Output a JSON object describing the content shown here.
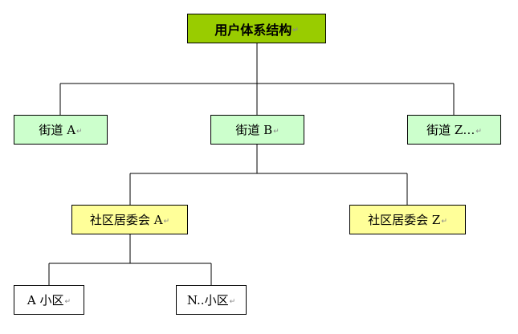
{
  "title": "",
  "colors": {
    "root_fill": "#99cc00",
    "street_fill": "#ccffcc",
    "community_fill": "#ffff99",
    "district_fill": "#ffffff",
    "line": "#000000"
  },
  "icons": {
    "paragraph_mark": "paragraph-mark-icon"
  },
  "nodes": {
    "root": {
      "label": "用户体系结构",
      "mark": "↵"
    },
    "streets": [
      {
        "label": "街道 A",
        "mark": "↵"
      },
      {
        "label": "街道 B",
        "mark": "↵"
      },
      {
        "label": "街道 Z…",
        "mark": "↵"
      }
    ],
    "communities": [
      {
        "label": "社区居委会 A",
        "mark": "↵"
      },
      {
        "label": "社区居委会 Z",
        "mark": "↵"
      }
    ],
    "districts": [
      {
        "label": "A 小区",
        "mark": "↵"
      },
      {
        "label": "N..小区",
        "mark": "↵"
      }
    ]
  }
}
